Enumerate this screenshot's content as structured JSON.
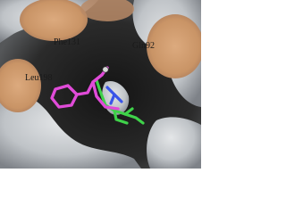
{
  "residues": {
    "phe": "Phe131",
    "gln": "Gln92",
    "leu": "Leu198"
  },
  "colors": {
    "background": "#ffffff",
    "pocket": "#2a2a2a",
    "surface": "#c9ccd0",
    "hydrophobic_surface": "#d9a87a",
    "ligand_magenta": "#e04bd8",
    "ligand_green": "#3fd24a",
    "ligand_blue": "#3a55e8"
  }
}
